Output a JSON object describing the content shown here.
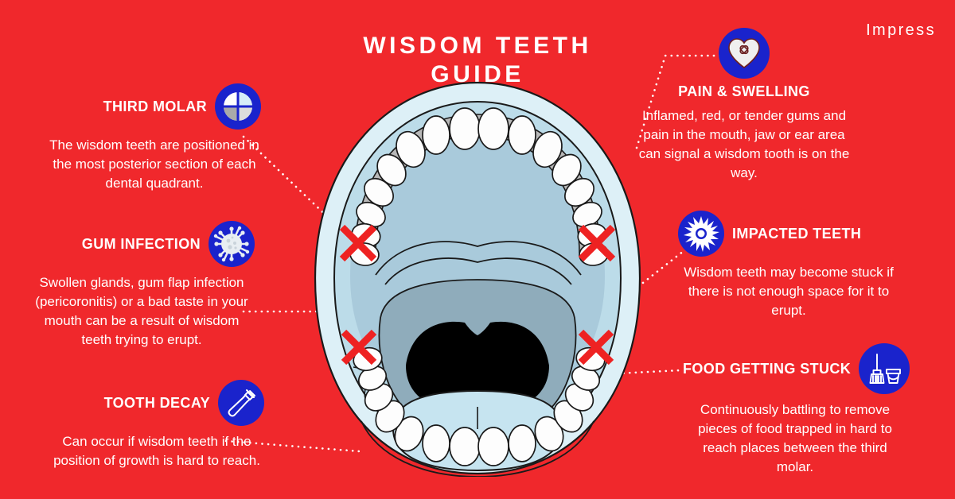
{
  "brand": {
    "label": "Impress"
  },
  "title": {
    "line1": "WISDOM TEETH",
    "line2": "GUIDE"
  },
  "colors": {
    "background_red": "#F0282C",
    "icon_blue": "#1A23CC",
    "text_white": "#FFFFFF",
    "mark_red": "#EE2222",
    "mouth_outer": "#DFF1F7",
    "mouth_gum": "#BDDCE8",
    "mouth_inner": "#A8C8D8",
    "throat": "#8CA9B8",
    "tongue": "#C6E4F0",
    "tooth_white": "#FDFDFD",
    "tooth_gray": "#B8B8B8",
    "mouth_dark": "#000000"
  },
  "sections": {
    "left": [
      {
        "icon": "dental-quadrant-icon",
        "title": "THIRD MOLAR",
        "text": "The wisdom teeth are positioned in the most posterior section of each dental quadrant."
      },
      {
        "icon": "germ-icon",
        "title": "GUM INFECTION",
        "text": "Swollen glands, gum flap infection (pericoronitis) or a bad taste in your mouth can be a result of wisdom teeth trying to erupt."
      },
      {
        "icon": "toothbrush-icon",
        "title": "TOOTH DECAY",
        "text": "Can occur if wisdom teeth if the position of growth is hard to reach."
      }
    ],
    "right": [
      {
        "icon": "heart-bandage-icon",
        "title": "PAIN & SWELLING",
        "text": "Inflamed, red, or tender gums and pain in the mouth, jaw or ear area can signal a wisdom tooth is on the way."
      },
      {
        "icon": "impact-burst-icon",
        "title": "IMPACTED TEETH",
        "text": "Wisdom teeth may become stuck if there is not enough space for it to erupt."
      },
      {
        "icon": "broom-bucket-icon",
        "title": "FOOD GETTING STUCK",
        "text": "Continuously battling to remove pieces of food trapped in hard to reach places between the third molar."
      }
    ]
  },
  "illustration": {
    "name": "open-mouth-diagram",
    "marks": [
      {
        "label": "upper-left-wisdom-tooth-x"
      },
      {
        "label": "upper-right-wisdom-tooth-x"
      },
      {
        "label": "lower-left-wisdom-tooth-x"
      },
      {
        "label": "lower-right-wisdom-tooth-x"
      }
    ]
  }
}
